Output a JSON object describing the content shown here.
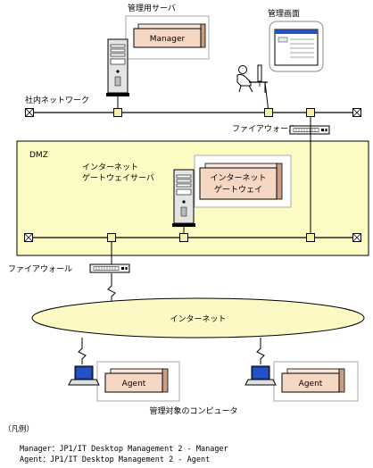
{
  "mgmt_server_label": "管理用サーバ",
  "manager_box": "Manager",
  "admin_screen_label": "管理画面",
  "internal_network_label": "社内ネットワーク",
  "firewall_top_label": "ファイアウォール",
  "dmz_label": "DMZ",
  "gateway_server_label_1": "インターネット",
  "gateway_server_label_2": "ゲートウェイサーバ",
  "gateway_box_1": "インターネット",
  "gateway_box_2": "ゲートウェイ",
  "firewall_bottom_label": "ファイアウォール",
  "internet_label": "インターネット",
  "agent_box_left": "Agent",
  "agent_box_right": "Agent",
  "managed_pc_label": "管理対象のコンピュータ",
  "legend_title": "（凡例）",
  "legend_line_1": "Manager：JP1/IT Desktop Management 2 - Manager",
  "legend_line_2": "Agent：JP1/IT Desktop Management 2 - Agent",
  "colors": {
    "dmz_fill": "#fdfbc4",
    "box_face": "#f6d7c4",
    "box_edge": "#c99c84",
    "ellipse_fill": "#fcf9c4",
    "node_fill": "#f4f1a8",
    "server_gray": "#dcdcdc",
    "monitor_blue": "#1a3fa0"
  }
}
